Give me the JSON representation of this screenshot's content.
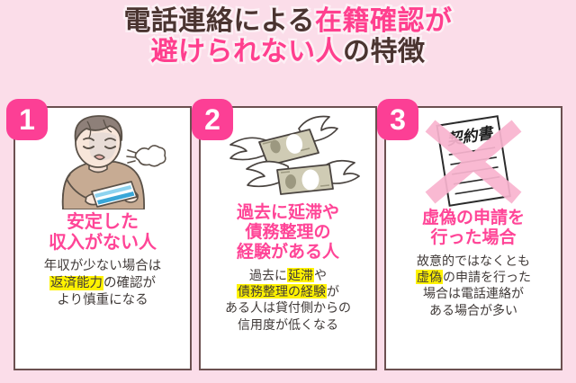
{
  "title": {
    "line1_part1": "電話連絡による",
    "line1_part2": "在籍確認が",
    "line2_part1": "避けられない人",
    "line2_part2": "の特徴"
  },
  "colors": {
    "background": "#fbdde9",
    "accent_pink": "#ff3f8e",
    "badge_pink": "#fc3f95",
    "title_dark": "#4a3430",
    "highlight_yellow": "#fff200",
    "card_border": "#6b5050"
  },
  "cards": [
    {
      "badge": "1",
      "illustration": "worried-man-reading-document-icon",
      "heading_lines": [
        "安定した",
        "収入がない人"
      ],
      "body_lines": [
        [
          {
            "t": "年収が少ない場合は",
            "hl": false
          }
        ],
        [
          {
            "t": "返済能力",
            "hl": true
          },
          {
            "t": "の確認が",
            "hl": false
          }
        ],
        [
          {
            "t": "より慎重になる",
            "hl": false
          }
        ]
      ]
    },
    {
      "badge": "2",
      "illustration": "flying-money-with-wings-icon",
      "heading_lines": [
        "過去に延滞や",
        "債務整理の",
        "経験がある人"
      ],
      "body_lines": [
        [
          {
            "t": "過去に",
            "hl": false
          },
          {
            "t": "延滞",
            "hl": true
          },
          {
            "t": "や",
            "hl": false
          }
        ],
        [
          {
            "t": "債務整理の経験",
            "hl": true
          },
          {
            "t": "が",
            "hl": false
          }
        ],
        [
          {
            "t": "ある人は貸付側からの",
            "hl": false
          }
        ],
        [
          {
            "t": "信用度が低くなる",
            "hl": false
          }
        ]
      ]
    },
    {
      "badge": "3",
      "illustration": "contract-document-crossed-out-icon",
      "illustration_label": "契約書",
      "heading_lines": [
        "虚偽の申請を",
        "行った場合"
      ],
      "body_lines": [
        [
          {
            "t": "故意的ではなくとも",
            "hl": false
          }
        ],
        [
          {
            "t": "虚偽",
            "hl": true
          },
          {
            "t": "の申請を行った",
            "hl": false
          }
        ],
        [
          {
            "t": "場合は電話連絡が",
            "hl": false
          }
        ],
        [
          {
            "t": "ある場合が多い",
            "hl": false
          }
        ]
      ]
    }
  ]
}
